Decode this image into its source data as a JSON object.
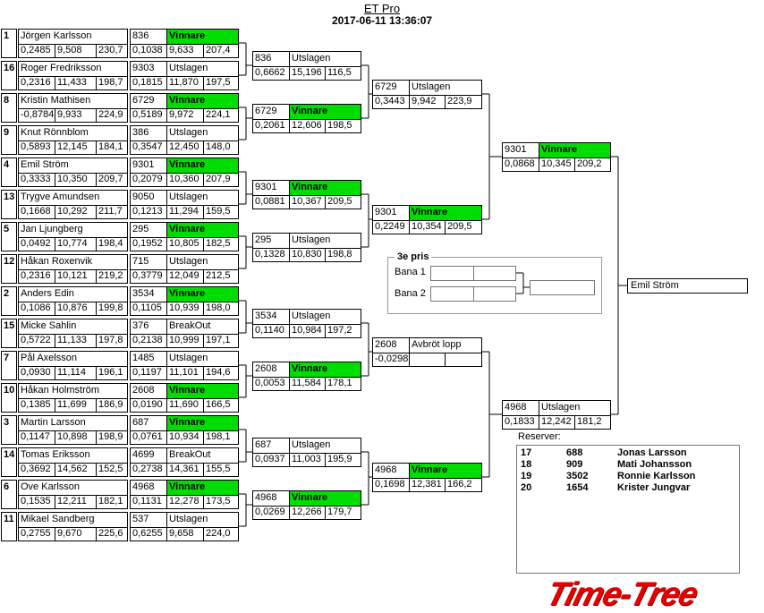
{
  "header": {
    "title": "ET Pro",
    "datetime": "2017-06-11 13:36:07"
  },
  "round1": [
    {
      "seed": "1",
      "name": "Jörgen Karlsson",
      "rt": "0,2485",
      "et": "9,508",
      "speed": "230,7",
      "num": "836",
      "result": "Vinnare",
      "rt2": "0,1038",
      "et2": "9,633",
      "speed2": "207,4"
    },
    {
      "seed": "16",
      "name": "Roger Fredriksson",
      "rt": "0,2316",
      "et": "11,433",
      "speed": "198,7",
      "num": "9303",
      "result": "Utslagen",
      "rt2": "0,1815",
      "et2": "11,870",
      "speed2": "197,5"
    },
    {
      "seed": "8",
      "name": "Kristin Mathisen",
      "rt": "-0,8784",
      "et": "9,933",
      "speed": "224,9",
      "num": "6729",
      "result": "Vinnare",
      "rt2": "0,5189",
      "et2": "9,972",
      "speed2": "224,1"
    },
    {
      "seed": "9",
      "name": "Knut Rönnblom",
      "rt": "0,5893",
      "et": "12,145",
      "speed": "184,1",
      "num": "386",
      "result": "Utslagen",
      "rt2": "0,3547",
      "et2": "12,450",
      "speed2": "148,0"
    },
    {
      "seed": "4",
      "name": "Emil Ström",
      "rt": "0,3333",
      "et": "10,350",
      "speed": "209,7",
      "num": "9301",
      "result": "Vinnare",
      "rt2": "0,2079",
      "et2": "10,360",
      "speed2": "207,9"
    },
    {
      "seed": "13",
      "name": "Trygve Amundsen",
      "rt": "0,1668",
      "et": "10,292",
      "speed": "211,7",
      "num": "9050",
      "result": "Utslagen",
      "rt2": "0,1213",
      "et2": "11,294",
      "speed2": "159,5"
    },
    {
      "seed": "5",
      "name": "Jan Ljungberg",
      "rt": "0,0492",
      "et": "10,774",
      "speed": "198,4",
      "num": "295",
      "result": "Vinnare",
      "rt2": "0,1952",
      "et2": "10,805",
      "speed2": "182,5"
    },
    {
      "seed": "12",
      "name": "Håkan Roxenvik",
      "rt": "0,2316",
      "et": "10,121",
      "speed": "219,2",
      "num": "715",
      "result": "Utslagen",
      "rt2": "0,3779",
      "et2": "12,049",
      "speed2": "212,5"
    },
    {
      "seed": "2",
      "name": "Anders Edin",
      "rt": "0,1086",
      "et": "10,876",
      "speed": "199,8",
      "num": "3534",
      "result": "Vinnare",
      "rt2": "0,1105",
      "et2": "10,939",
      "speed2": "198,0"
    },
    {
      "seed": "15",
      "name": "Micke Sahlin",
      "rt": "0,5722",
      "et": "11,133",
      "speed": "197,8",
      "num": "376",
      "result": "BreakOut",
      "rt2": "0,2138",
      "et2": "10,999",
      "speed2": "197,1"
    },
    {
      "seed": "7",
      "name": "Pål Axelsson",
      "rt": "0,0930",
      "et": "11,114",
      "speed": "196,1",
      "num": "1485",
      "result": "Utslagen",
      "rt2": "0,1197",
      "et2": "11,101",
      "speed2": "194,6"
    },
    {
      "seed": "10",
      "name": "Håkan Holmström",
      "rt": "0,1385",
      "et": "11,699",
      "speed": "186,9",
      "num": "2608",
      "result": "Vinnare",
      "rt2": "0,0190",
      "et2": "11,690",
      "speed2": "166,5"
    },
    {
      "seed": "3",
      "name": "Martin Larsson",
      "rt": "0,1147",
      "et": "10,898",
      "speed": "198,9",
      "num": "687",
      "result": "Vinnare",
      "rt2": "0,0761",
      "et2": "10,934",
      "speed2": "198,1"
    },
    {
      "seed": "14",
      "name": "Tomas Eriksson",
      "rt": "0,3692",
      "et": "14,562",
      "speed": "152,5",
      "num": "4699",
      "result": "BreakOut",
      "rt2": "0,2738",
      "et2": "14,361",
      "speed2": "155,5"
    },
    {
      "seed": "6",
      "name": "Ove Karlsson",
      "rt": "0,1535",
      "et": "12,211",
      "speed": "182,1",
      "num": "4968",
      "result": "Vinnare",
      "rt2": "0,1131",
      "et2": "12,278",
      "speed2": "173,5"
    },
    {
      "seed": "11",
      "name": "Mikael Sandberg",
      "rt": "0,2755",
      "et": "9,670",
      "speed": "225,6",
      "num": "537",
      "result": "Utslagen",
      "rt2": "0,6255",
      "et2": "9,658",
      "speed2": "224,0"
    }
  ],
  "quarter": [
    {
      "num": "836",
      "result": "Utslagen",
      "rt": "0,6662",
      "et": "15,196",
      "speed": "116,5"
    },
    {
      "num": "6729",
      "result": "Vinnare",
      "rt": "0,2061",
      "et": "12,606",
      "speed": "198,5"
    },
    {
      "num": "9301",
      "result": "Vinnare",
      "rt": "0,0881",
      "et": "10,367",
      "speed": "209,5"
    },
    {
      "num": "295",
      "result": "Utslagen",
      "rt": "0,1328",
      "et": "10,830",
      "speed": "198,8"
    },
    {
      "num": "3534",
      "result": "Utslagen",
      "rt": "0,1140",
      "et": "10,984",
      "speed": "197,2"
    },
    {
      "num": "2608",
      "result": "Vinnare",
      "rt": "0,0053",
      "et": "11,584",
      "speed": "178,1"
    },
    {
      "num": "687",
      "result": "Utslagen",
      "rt": "0,0937",
      "et": "11,003",
      "speed": "195,9"
    },
    {
      "num": "4968",
      "result": "Vinnare",
      "rt": "0,0269",
      "et": "12,266",
      "speed": "179,7"
    }
  ],
  "semi": [
    {
      "num": "6729",
      "result": "Utslagen",
      "rt": "0,3443",
      "et": "9,942",
      "speed": "223,9"
    },
    {
      "num": "9301",
      "result": "Vinnare",
      "rt": "0,2249",
      "et": "10,354",
      "speed": "209,5"
    },
    {
      "num": "2608",
      "result": "Avbröt lopp",
      "rt": "-0,0298",
      "et": "",
      "speed": ""
    },
    {
      "num": "4968",
      "result": "Vinnare",
      "rt": "0,1698",
      "et": "12,381",
      "speed": "166,2"
    }
  ],
  "final": [
    {
      "num": "9301",
      "result": "Vinnare",
      "rt": "0,0868",
      "et": "10,345",
      "speed": "209,2"
    },
    {
      "num": "4968",
      "result": "Utslagen",
      "rt": "0,1833",
      "et": "12,242",
      "speed": "181,2"
    }
  ],
  "champion": "Emil Ström",
  "third_place": {
    "title": "3e pris",
    "lane1": "Bana 1",
    "lane2": "Bana 2"
  },
  "reserves": {
    "label": "Reserver:",
    "items": [
      {
        "no": "17",
        "num": "688",
        "name": "Jonas Larsson"
      },
      {
        "no": "18",
        "num": "909",
        "name": "Mati Johansson"
      },
      {
        "no": "19",
        "num": "3502",
        "name": "Ronnie  Karlsson"
      },
      {
        "no": "20",
        "num": "1654",
        "name": "Krister Jungvar"
      }
    ]
  },
  "logo": "Time-Tree",
  "colors": {
    "winner": "#00dd00",
    "logo": "#e60000"
  }
}
